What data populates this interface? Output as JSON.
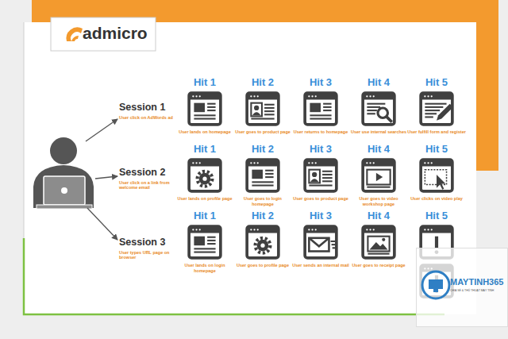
{
  "diagram": {
    "nodes": [
      {
        "text": [
          "Hit 1",
          "User lands on homepage"
        ]
      },
      {
        "text": [
          "Hit 2",
          "User goes to product page"
        ]
      },
      {
        "text": [
          "Hit 3",
          "User returns to homepage"
        ]
      },
      {
        "text": [
          "Hit 4",
          "User use internal searches"
        ]
      },
      {
        "text": [
          "Hit 5",
          "User fulfill form and register"
        ]
      },
      {
        "text": [
          "Hit 1",
          "User lands on profile page"
        ]
      },
      {
        "text": [
          "Hit 2",
          "User goes to login homepage"
        ]
      },
      {
        "text": [
          "Hit 3",
          "User goes to product page"
        ]
      },
      {
        "text": [
          "Hit 4",
          "User goes to video workshop page"
        ]
      },
      {
        "text": [
          "Hit 5",
          "User clicks on video play"
        ]
      },
      {
        "text": [
          "Hit 1",
          "User lands on login homepage"
        ]
      },
      {
        "text": [
          "Hit 2",
          "User goes to profile page"
        ]
      },
      {
        "text": [
          "Hit 3",
          "User sends an internal mail"
        ]
      },
      {
        "text": [
          "Hit 4",
          "User goes to receipt page"
        ]
      },
      {
        "text": [
          "Hit 5"
        ]
      }
    ],
    "labels": [
      "admicro",
      "Session 1",
      "User click on AdWords ad",
      "Session 2",
      "User click on a link from welcome email",
      "Session 3",
      "User types URL page on browser",
      "MAYTINH365",
      "CHIA SẺ & THỦ THUẬT MÁY TÍNH"
    ]
  }
}
